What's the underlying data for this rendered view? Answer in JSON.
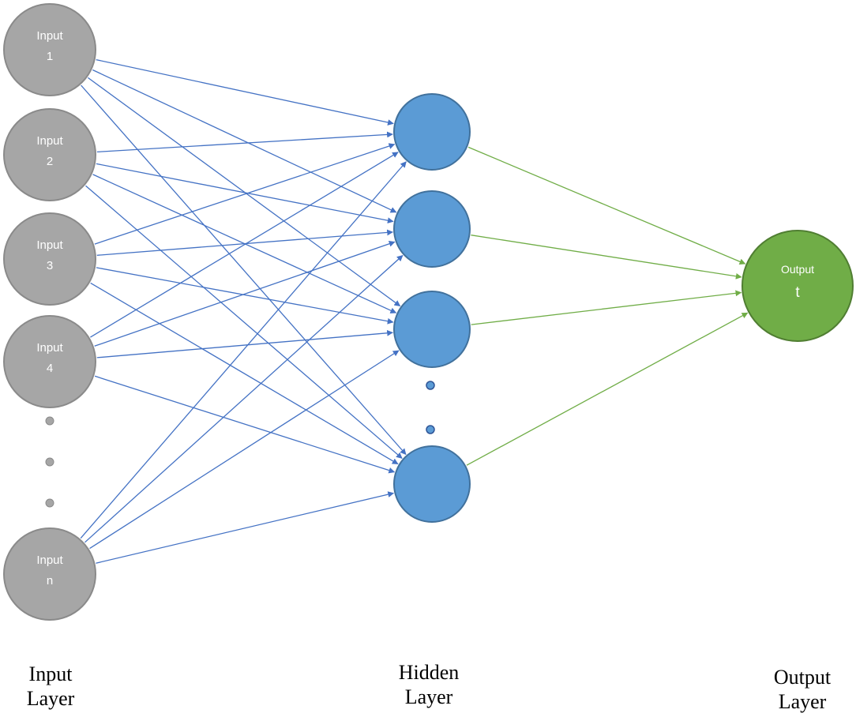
{
  "colors": {
    "input_fill": "#a6a6a6",
    "input_stroke": "#8a8a8a",
    "hidden_fill": "#5b9bd5",
    "hidden_stroke": "#41719c",
    "output_fill": "#70ad47",
    "output_stroke": "#507e32",
    "input_edge": "#4472c4",
    "output_edge": "#70ad47",
    "input_dots": "#a6a6a6",
    "hidden_dots": "#2f5597"
  },
  "input_nodes": [
    {
      "label": "Input",
      "index": "1"
    },
    {
      "label": "Input",
      "index": "2"
    },
    {
      "label": "Input",
      "index": "3"
    },
    {
      "label": "Input",
      "index": "4"
    },
    {
      "label": "Input",
      "index": "n"
    }
  ],
  "hidden_node_count": 4,
  "output_node": {
    "label": "Output",
    "symbol": "t"
  },
  "layer_labels": {
    "input": {
      "line1": "Input",
      "line2": "Layer"
    },
    "hidden": {
      "line1": "Hidden",
      "line2": "Layer"
    },
    "output": {
      "line1": "Output",
      "line2": "Layer"
    }
  }
}
